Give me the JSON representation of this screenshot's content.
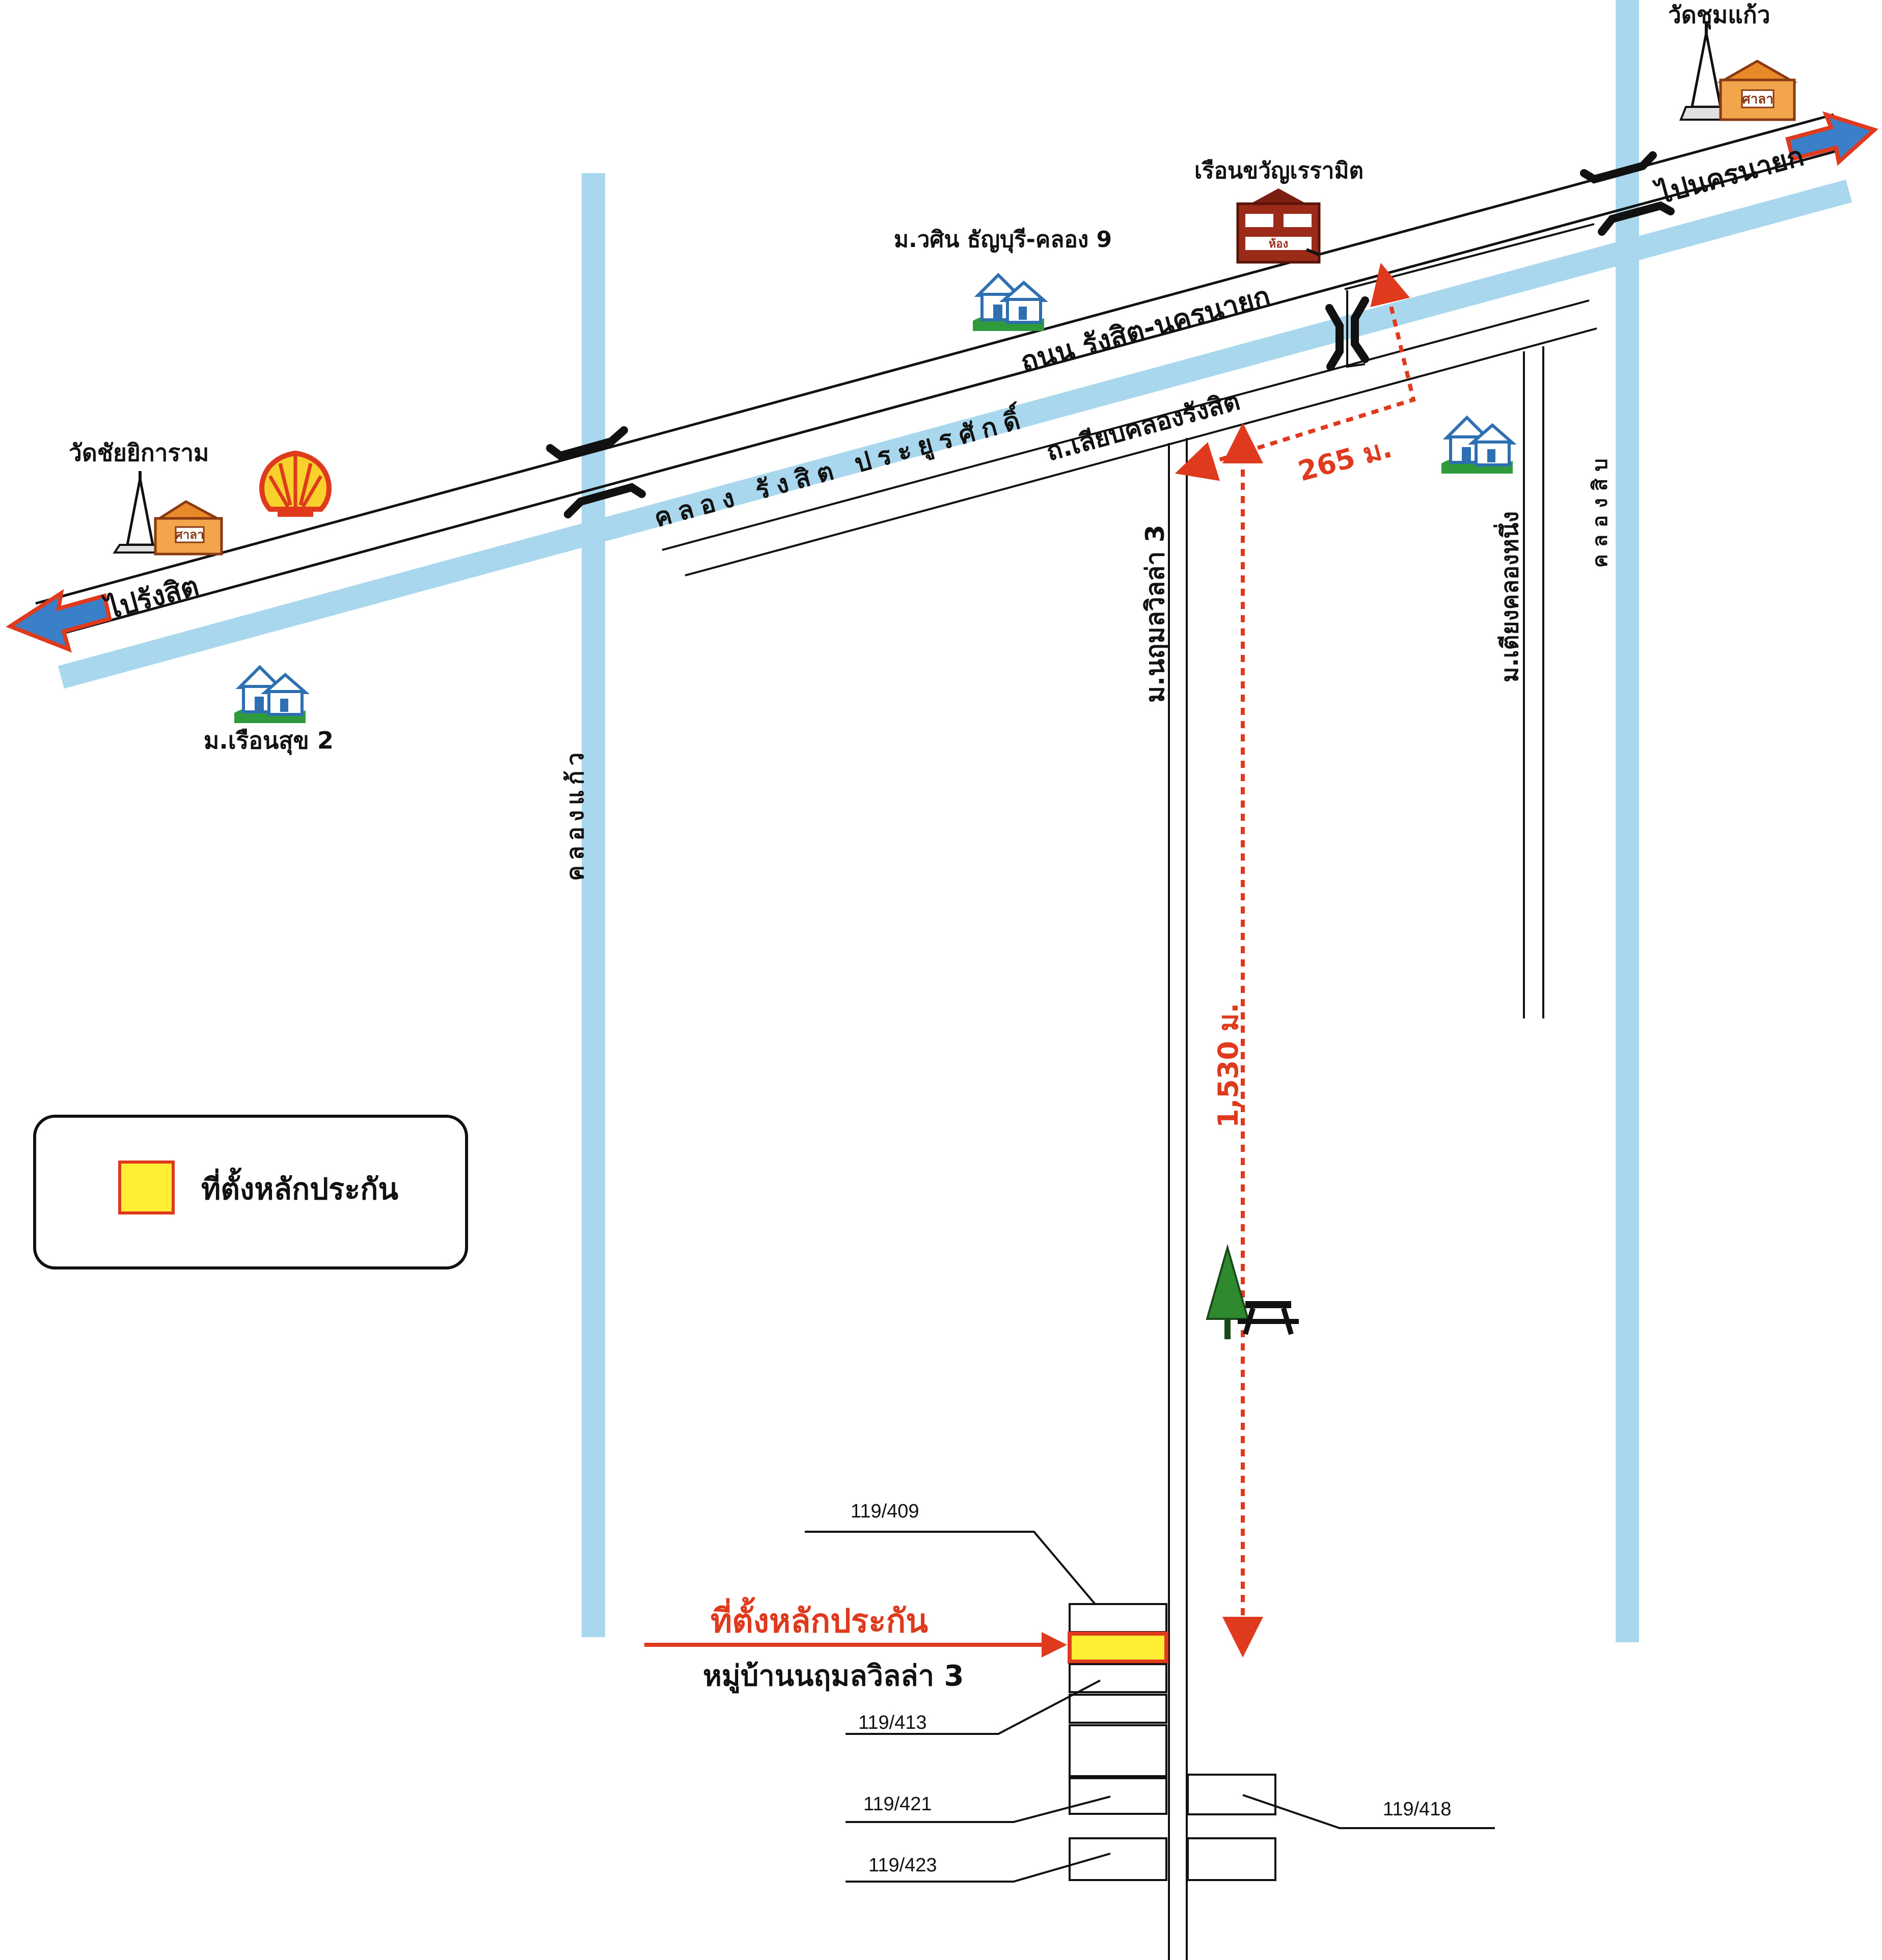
{
  "colors": {
    "canal": "#a9d8ee",
    "road_line": "#111111",
    "distance": "#e03a1e",
    "collateral_fill": "#ffee33",
    "collateral_border": "#e03a1e",
    "house_blue": "#2d6fb0",
    "house_green": "#2f9a3c"
  },
  "roads": {
    "main_road": "ถนน รังสิต-นครนายก",
    "canal_main": "คลอง รังสิต ประยูรศักดิ์",
    "frontage_road": "ถ.เลียบคลองรังสิต",
    "to_rangsit": "ไปรังสิต",
    "to_nakhon_nayok": "ไปนครนายก",
    "canal_left": "คลองแก้ว",
    "canal_right": "คลองสิบ",
    "soi_main": "ม.นฤมลวิลล่า 3",
    "soi_right": "ม.เตียงคลองหนึ่ง"
  },
  "landmarks": {
    "temple_left": "วัดชัยยิการาม",
    "temple_right": "วัดชุมแก้ว",
    "village_sirin": "ม.วศิน ธัญบุรี-คลอง 9",
    "resort": "เรือนขวัญเรรามิต",
    "village_ruen": "ม.เรือนสุข 2",
    "temple_sign": "ศาลา",
    "resort_sign": "ห้อง"
  },
  "distances": {
    "short": "265 ม.",
    "long": "1,530 ม."
  },
  "legend": {
    "label": "ที่ตั้งหลักประกัน"
  },
  "collateral": {
    "title": "ที่ตั้งหลักประกัน",
    "village": "หมู่บ้านนฤมลวิลล่า 3"
  },
  "plots": {
    "p409": "119/409",
    "p413": "119/413",
    "p421": "119/421",
    "p423": "119/423",
    "p418": "119/418"
  }
}
